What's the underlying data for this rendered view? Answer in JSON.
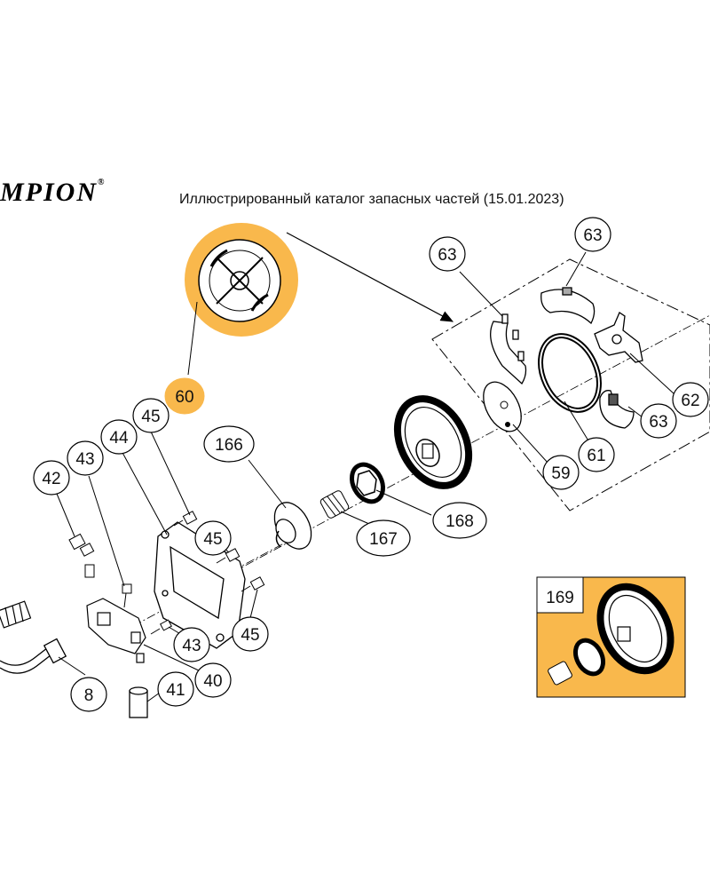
{
  "header": {
    "brand": "MPION",
    "brand_mark": "®",
    "title": "Иллюстрированный каталог запасных частей (15.01.2023)"
  },
  "colors": {
    "highlight": "#F9B84C",
    "line": "#000000",
    "background": "#FFFFFF"
  },
  "callouts": {
    "c60": "60",
    "c45a": "45",
    "c44": "44",
    "c43a": "43",
    "c42": "42",
    "c166": "166",
    "c45b": "45",
    "c45c": "45",
    "c43b": "43",
    "c40": "40",
    "c41": "41",
    "c8": "8",
    "c167": "167",
    "c168": "168",
    "c59": "59",
    "c61": "61",
    "c62": "62",
    "c63a": "63",
    "c63b": "63",
    "c63c": "63",
    "c169": "169"
  }
}
